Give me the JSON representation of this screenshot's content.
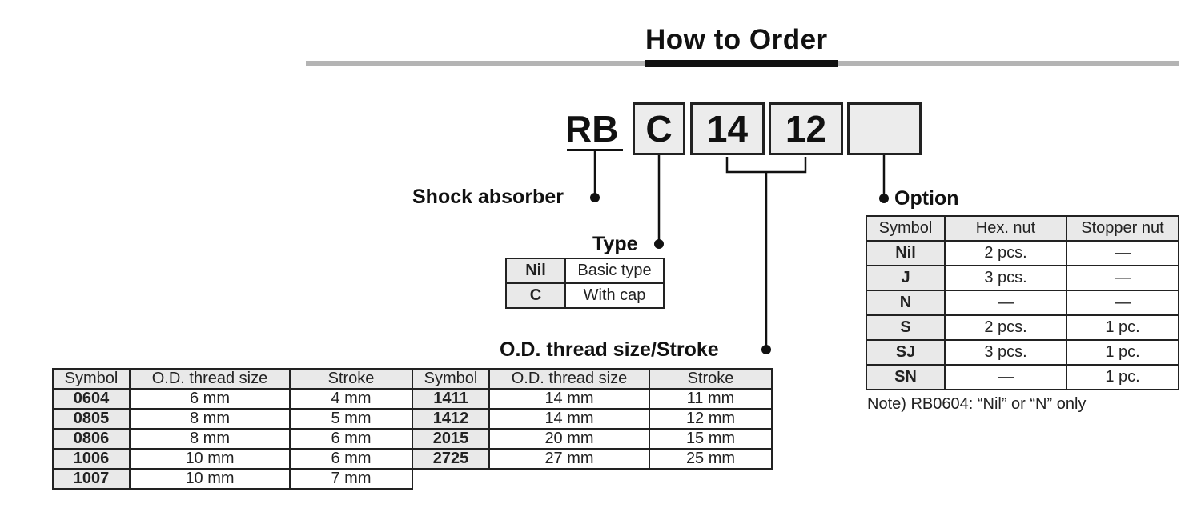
{
  "title": "How to Order",
  "code": {
    "prefix": "RB",
    "type": "C",
    "od": "14",
    "stroke": "12",
    "option": ""
  },
  "labels": {
    "shock_absorber": "Shock absorber",
    "type": "Type",
    "od_stroke": "O.D. thread size/Stroke",
    "option": "Option"
  },
  "type_table": [
    {
      "symbol": "Nil",
      "desc": "Basic type"
    },
    {
      "symbol": "C",
      "desc": "With cap"
    }
  ],
  "size_table": {
    "headers": [
      "Symbol",
      "O.D. thread size",
      "Stroke"
    ],
    "left": [
      {
        "symbol": "0604",
        "od": "6 mm",
        "stroke": "4 mm"
      },
      {
        "symbol": "0805",
        "od": "8 mm",
        "stroke": "5 mm"
      },
      {
        "symbol": "0806",
        "od": "8 mm",
        "stroke": "6 mm"
      },
      {
        "symbol": "1006",
        "od": "10 mm",
        "stroke": "6 mm"
      },
      {
        "symbol": "1007",
        "od": "10 mm",
        "stroke": "7 mm"
      }
    ],
    "right": [
      {
        "symbol": "1411",
        "od": "14 mm",
        "stroke": "11 mm"
      },
      {
        "symbol": "1412",
        "od": "14 mm",
        "stroke": "12 mm"
      },
      {
        "symbol": "2015",
        "od": "20 mm",
        "stroke": "15 mm"
      },
      {
        "symbol": "2725",
        "od": "27 mm",
        "stroke": "25 mm"
      }
    ]
  },
  "option_table": {
    "headers": [
      "Symbol",
      "Hex. nut",
      "Stopper nut"
    ],
    "rows": [
      {
        "symbol": "Nil",
        "hex": "2 pcs.",
        "stopper": "—"
      },
      {
        "symbol": "J",
        "hex": "3 pcs.",
        "stopper": "—"
      },
      {
        "symbol": "N",
        "hex": "—",
        "stopper": "—"
      },
      {
        "symbol": "S",
        "hex": "2 pcs.",
        "stopper": "1 pc."
      },
      {
        "symbol": "SJ",
        "hex": "3 pcs.",
        "stopper": "1 pc."
      },
      {
        "symbol": "SN",
        "hex": "—",
        "stopper": "1 pc."
      }
    ]
  },
  "note": "Note) RB0604: “Nil” or “N” only"
}
